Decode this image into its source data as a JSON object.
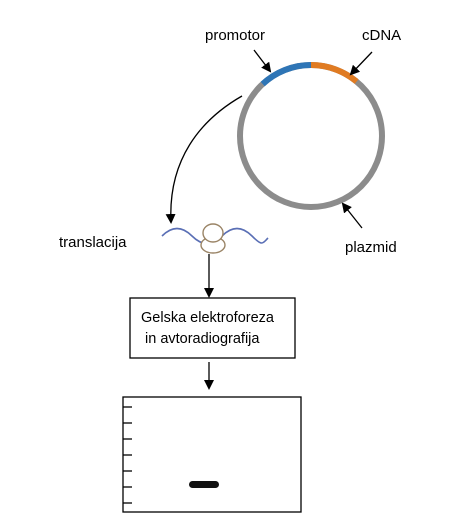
{
  "labels": {
    "promotor": "promotor",
    "cdna": "cDNA",
    "plazmid": "plazmid",
    "translacija": "translacija"
  },
  "process_box": {
    "line1": "Gelska elektroforeza",
    "line2": "in  avtoradiografija"
  },
  "colors": {
    "plasmid": "#8c8c8c",
    "promotor": "#2e75b6",
    "cdna": "#e07b22",
    "mrna": "#5a6fb5",
    "band": "#111111"
  },
  "gel": {
    "marker_ticks": 7,
    "bands": 1
  }
}
